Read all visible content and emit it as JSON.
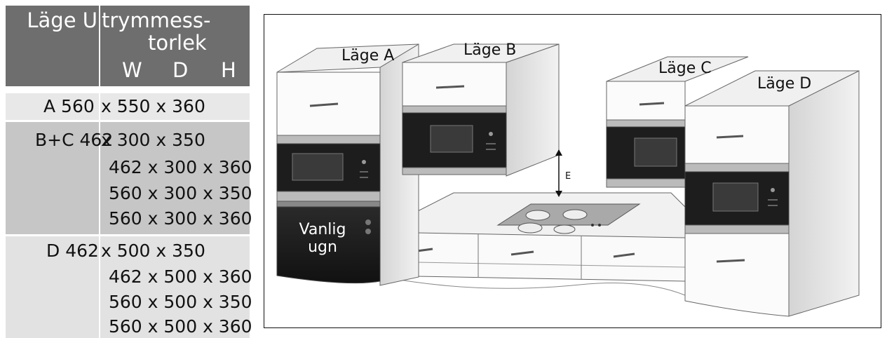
{
  "table": {
    "header": {
      "title_part1": "Läge U",
      "title_part2": "trymmess-",
      "title_part3": "torlek",
      "col_w": "W",
      "col_d": "D",
      "col_h": "H"
    },
    "rows": [
      {
        "label": "A 560",
        "lines": [
          "x 550 x 360"
        ]
      },
      {
        "label": "B+C 462",
        "lines": [
          "x 300 x 350",
          "462 x 300 x 360",
          "560 x 300 x 350",
          "560 x 300 x 360"
        ]
      },
      {
        "label": "D 462",
        "lines": [
          "x 500 x 350",
          "462 x 500 x 360",
          "560 x 500 x 350",
          "560 x 500 x 360"
        ]
      }
    ]
  },
  "diagram": {
    "labels": {
      "position_a": "Läge A",
      "position_b": "Läge B",
      "position_c": "Läge C",
      "position_d": "Läge D",
      "distance_e": "E",
      "oven_line1": "Vanlig",
      "oven_line2": "ugn"
    }
  }
}
